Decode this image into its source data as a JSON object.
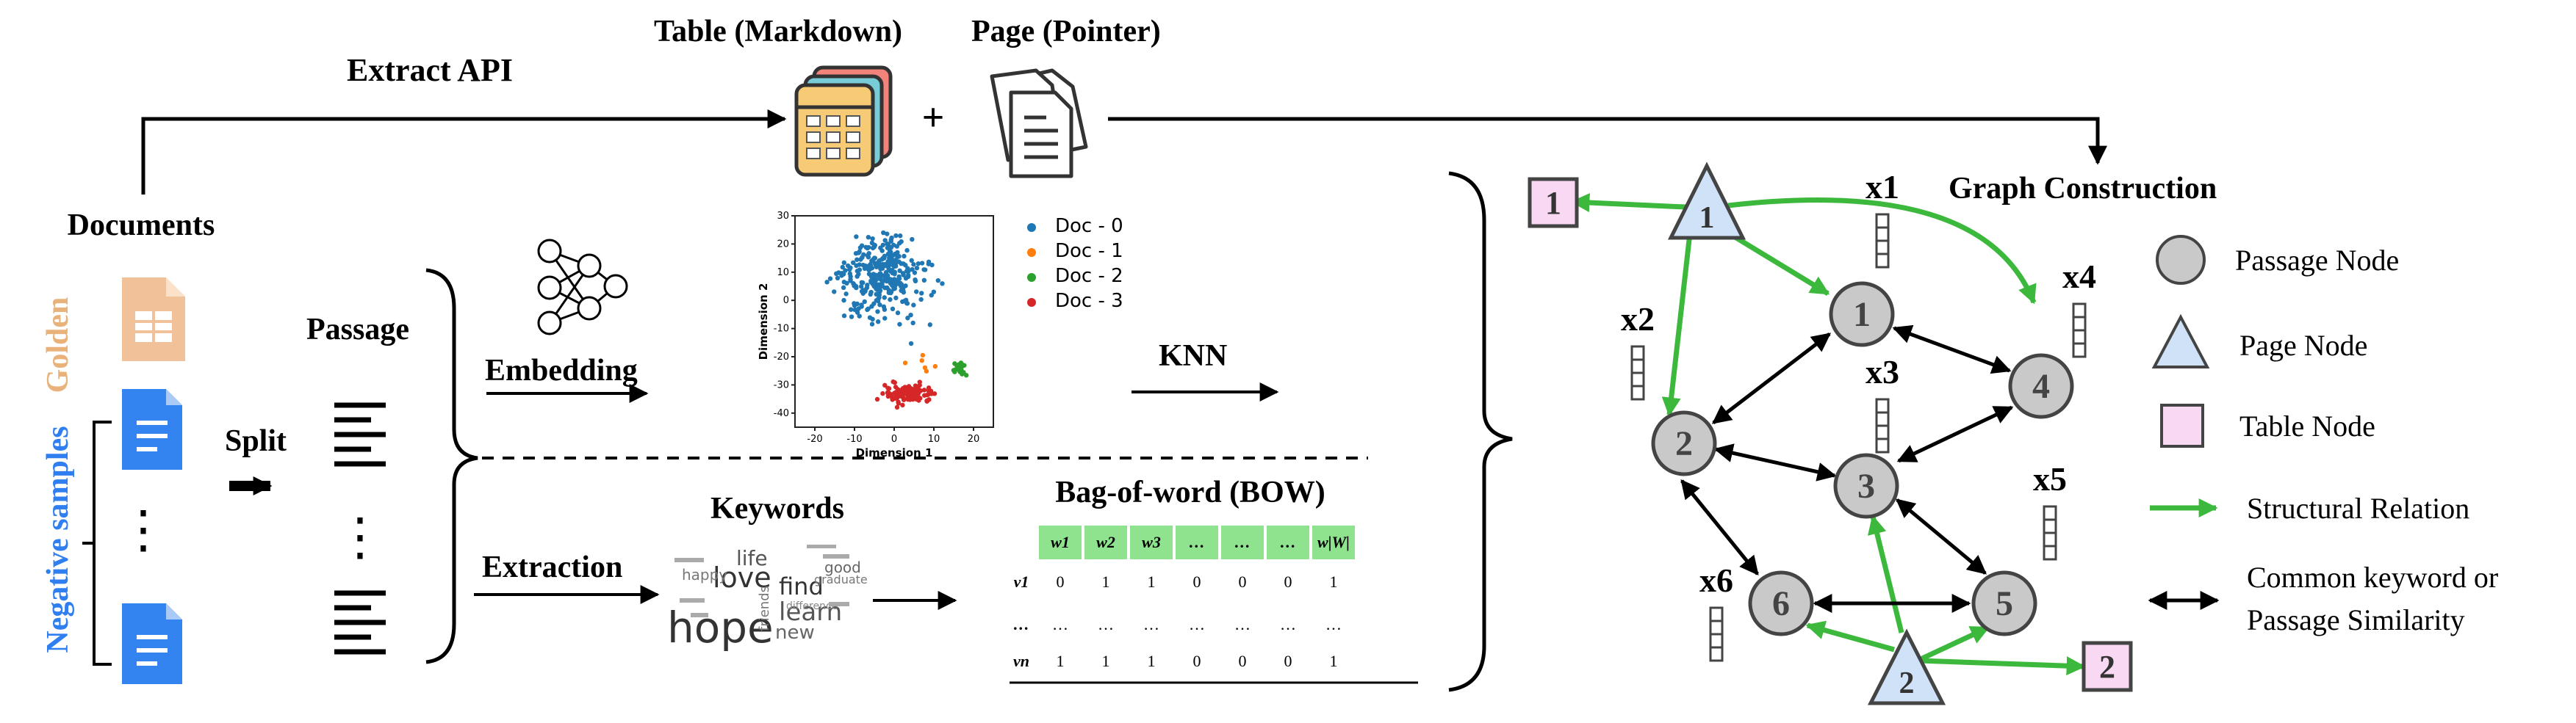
{
  "top": {
    "extract_api": "Extract API",
    "table_label": "Table (Markdown)",
    "page_label": "Page (Pointer)",
    "plus": "+",
    "graph_construction": "Graph Construction"
  },
  "left": {
    "documents": "Documents",
    "golden": "Golden",
    "negative_samples": "Negative samples",
    "split": "Split",
    "passage": "Passage",
    "vdots": "⋮"
  },
  "middle": {
    "embedding": "Embedding",
    "extraction": "Extraction",
    "keywords": "Keywords",
    "knn": "KNN",
    "bow_title": "Bag-of-word (BOW)",
    "wordcloud_words": [
      "hope",
      "love",
      "life",
      "find",
      "learn",
      "new",
      "happy",
      "friends",
      "good",
      "graduate",
      "difference"
    ]
  },
  "bow_table": {
    "headers": [
      "w1",
      "w2",
      "w3",
      "…",
      "…",
      "…",
      "w|W|"
    ],
    "rows": [
      {
        "label": "v1",
        "cells": [
          "0",
          "1",
          "1",
          "0",
          "0",
          "0",
          "1"
        ]
      },
      {
        "label": "…",
        "cells": [
          "…",
          "…",
          "…",
          "…",
          "…",
          "…",
          "…"
        ]
      },
      {
        "label": "vn",
        "cells": [
          "1",
          "1",
          "1",
          "0",
          "0",
          "0",
          "1"
        ]
      }
    ]
  },
  "chart_data": {
    "type": "scatter",
    "xlabel": "Dimension 1",
    "ylabel": "Dimension 2",
    "xlim": [
      -25,
      25
    ],
    "ylim": [
      -45,
      30
    ],
    "xticks": [
      "-20",
      "-10",
      "0",
      "10",
      "20"
    ],
    "yticks": [
      "30",
      "20",
      "10",
      "0",
      "-10",
      "-20",
      "-30",
      "-40"
    ],
    "legend_position": "right",
    "series": [
      {
        "name": "Doc - 0",
        "color": "#1f77b4"
      },
      {
        "name": "Doc - 1",
        "color": "#ff7f0e"
      },
      {
        "name": "Doc - 2",
        "color": "#2ca02c"
      },
      {
        "name": "Doc - 3",
        "color": "#d62728"
      }
    ]
  },
  "graph": {
    "passage_nodes": [
      "1",
      "2",
      "3",
      "4",
      "5",
      "6"
    ],
    "page_nodes": [
      "1",
      "2"
    ],
    "table_nodes": [
      "1",
      "2"
    ],
    "features": [
      "x1",
      "x2",
      "x3",
      "x4",
      "x5",
      "x6"
    ]
  },
  "legend": {
    "passage_node": "Passage Node",
    "page_node": "Page Node",
    "table_node": "Table Node",
    "structural_relation": "Structural Relation",
    "common_keyword_1": "Common keyword or",
    "common_keyword_2": "Passage Similarity"
  },
  "colors": {
    "green": "#3cb93c",
    "passage_fill": "#c9c9c9",
    "page_fill": "#cfe2f7",
    "table_fill": "#f8d8f3",
    "golden": "#e9b27a",
    "negative": "#2f7ff0",
    "bow_header": "#8fe38f"
  }
}
